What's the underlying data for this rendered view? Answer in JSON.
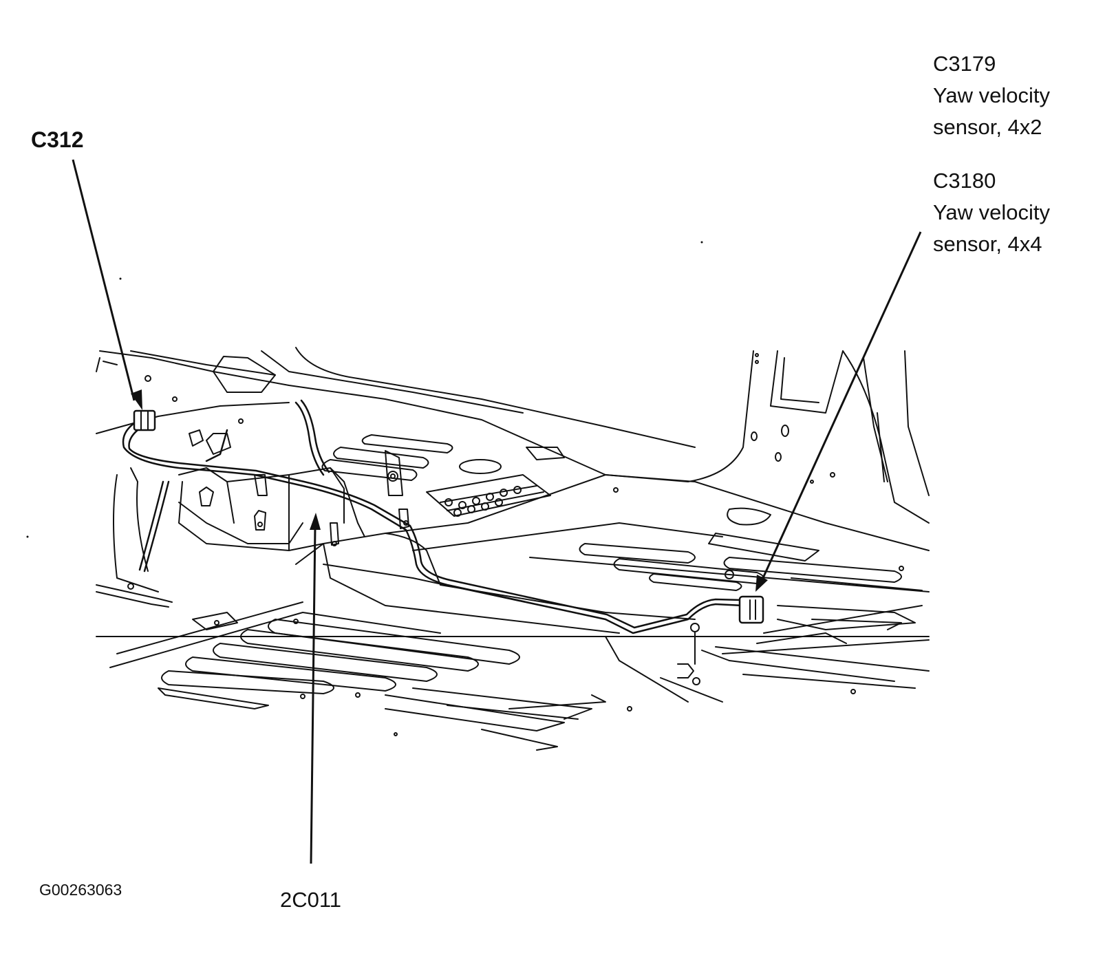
{
  "callouts": {
    "c312": {
      "label": "C312"
    },
    "c3179": {
      "code": "C3179",
      "desc1": "Yaw velocity",
      "desc2": "sensor, 4x2"
    },
    "c3180": {
      "code": "C3180",
      "desc1": "Yaw velocity",
      "desc2": "sensor, 4x4"
    },
    "c2c011": {
      "label": "2C011"
    }
  },
  "figure_id": "G00263063",
  "colors": {
    "ink": "#111111",
    "paper": "#ffffff"
  }
}
